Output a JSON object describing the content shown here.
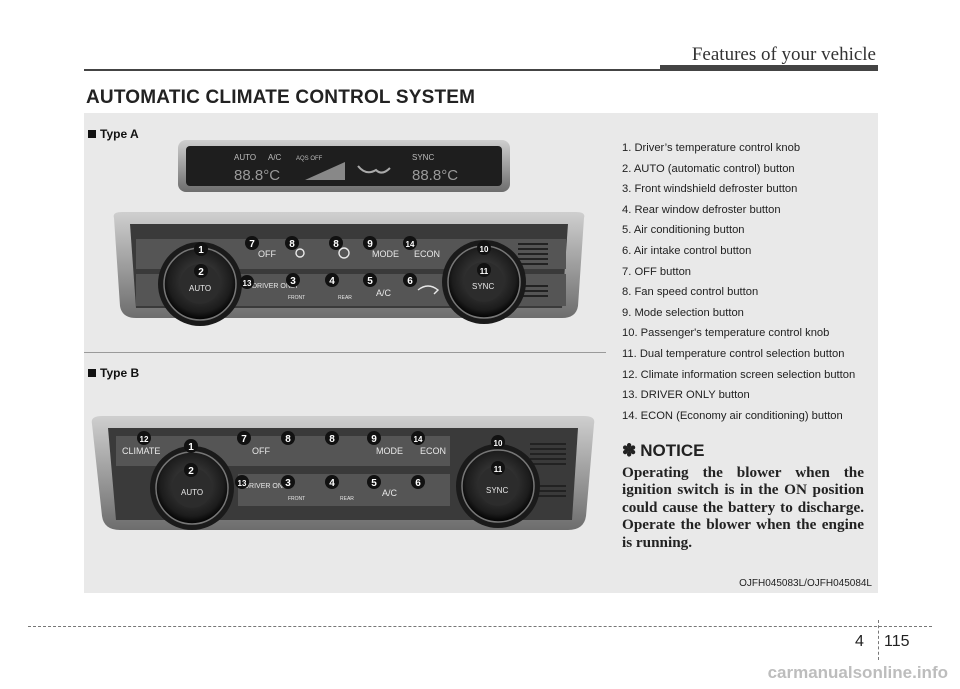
{
  "header": {
    "title": "Features of your vehicle"
  },
  "section_title": "AUTOMATIC CLIMATE CONTROL SYSTEM",
  "type_a": {
    "label": "Type A",
    "display": {
      "auto": "AUTO",
      "ac": "A/C",
      "aqs": "AQS OFF",
      "sync": "SYNC",
      "temp_left": "88.8°C",
      "temp_right": "88.8°C"
    },
    "buttons": {
      "off": "OFF",
      "mode": "MODE",
      "econ": "ECON",
      "driver_only": "DRIVER ONLY",
      "front": "FRONT",
      "rear": "REAR",
      "ac": "A/C",
      "auto": "AUTO",
      "sync": "SYNC"
    }
  },
  "type_b": {
    "label": "Type B",
    "buttons": {
      "climate": "CLIMATE",
      "off": "OFF",
      "mode": "MODE",
      "econ": "ECON",
      "driver_only": "DRIVER ONLY",
      "front": "FRONT",
      "rear": "REAR",
      "ac": "A/C",
      "auto": "AUTO",
      "sync": "SYNC"
    }
  },
  "callouts": {
    "n1": "1",
    "n2": "2",
    "n3": "3",
    "n4": "4",
    "n5": "5",
    "n6": "6",
    "n7": "7",
    "n8": "8",
    "n9": "9",
    "n10": "10",
    "n11": "11",
    "n12": "12",
    "n13": "13",
    "n14": "14"
  },
  "legend": [
    "1. Driver’s temperature control knob",
    "2. AUTO (automatic control) button",
    "3. Front windshield defroster button",
    "4. Rear window defroster button",
    "5. Air conditioning button",
    "6. Air intake control button",
    "7. OFF button",
    "8. Fan speed control button",
    "9. Mode selection button",
    "10. Passenger's temperature control knob",
    "11. Dual temperature control selection button",
    "12. Climate information screen selection button",
    "13. DRIVER ONLY button",
    "14. ECON (Economy air conditioning) button"
  ],
  "notice": {
    "icon": "star-cross-icon",
    "title": "NOTICE",
    "body": "Operating the blower when the ignition switch is in the ON position could cause the battery to discharge. Operate the blower when the engine is running."
  },
  "figure_code": "OJFH045083L/OJFH045084L",
  "footer": {
    "chapter": "4",
    "page": "115"
  },
  "watermark": "carmanualsonline.info"
}
